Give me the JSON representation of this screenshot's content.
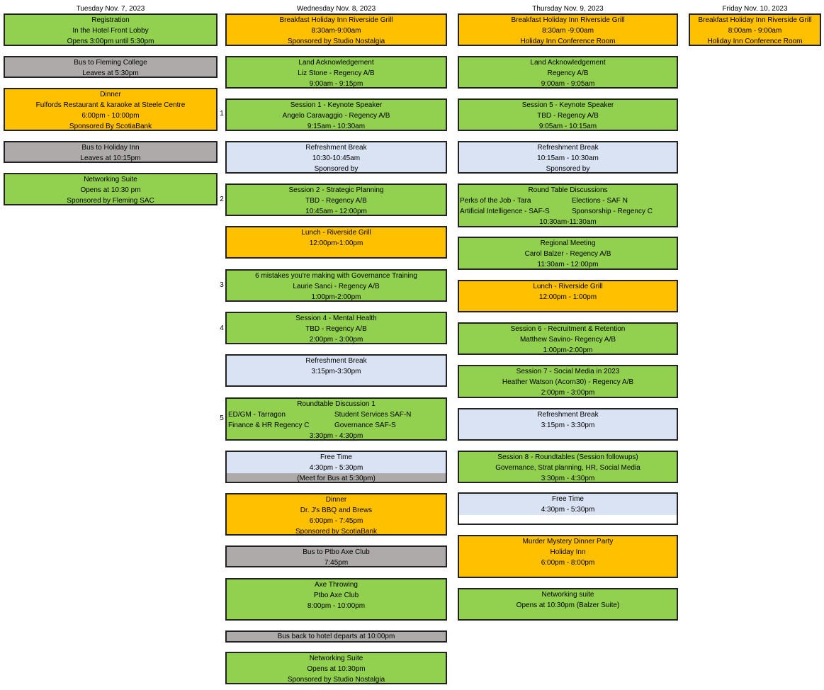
{
  "days": [
    {
      "label": "Tuesday Nov. 7, 2023"
    },
    {
      "label": "Wednesday Nov. 8, 2023"
    },
    {
      "label": "Thursday Nov. 9, 2023"
    },
    {
      "label": "Friday Nov. 10, 2023"
    }
  ],
  "tue": [
    {
      "lines": [
        "Registration",
        "In the Hotel Front Lobby",
        "Opens 3:00pm until 5:30pm"
      ]
    },
    {
      "lines": [
        "Bus to Fleming College",
        "Leaves at 5:30pm"
      ]
    },
    {
      "lines": [
        "Dinner",
        "Fulfords Restaurant & karaoke at Steele Centre",
        "6:00pm - 10:00pm",
        "Sponsored By ScotiaBank"
      ]
    },
    {
      "lines": [
        "Bus to Holiday Inn",
        "Leaves at 10:15pm"
      ]
    },
    {
      "lines": [
        "Networking Suite",
        "Opens at 10:30 pm",
        "Sponsored by Fleming SAC"
      ]
    }
  ],
  "wed": [
    {
      "lines": [
        "Breakfast Holiday Inn Riverside Grill",
        "8:30am-9:00am",
        "Sponsored by Studio Nostalgia"
      ]
    },
    {
      "lines": [
        "Land Acknowledgement",
        "Liz Stone  - Regency A/B",
        "9:00am - 9:15pm"
      ]
    },
    {
      "lines": [
        "Session 1 - Keynote Speaker",
        "Angelo Caravaggio  - Regency A/B",
        "9:15am - 10:30am"
      ]
    },
    {
      "lines": [
        "Refreshment Break",
        "10:30-10:45am",
        "Sponsored by"
      ]
    },
    {
      "lines": [
        "Session 2 - Strategic Planning",
        "TBD - Regency A/B",
        "10:45am - 12:00pm"
      ]
    },
    {
      "lines": [
        "Lunch - Riverside Grill",
        "12:00pm-1:00pm"
      ]
    },
    {
      "lines": [
        "6 mistakes you're making with Governance Training",
        "Laurie Sanci - Regency A/B",
        "1:00pm-2:00pm"
      ]
    },
    {
      "lines": [
        "Session 4 - Mental Health",
        "TBD - Regency A/B",
        "2:00pm - 3:00pm"
      ]
    },
    {
      "lines": [
        "Refreshment Break",
        "3:15pm-3:30pm"
      ]
    },
    {
      "title": "Roundtable Discussion 1",
      "pairs": [
        [
          "ED/GM - Tarragon",
          "Student Services SAF-N"
        ],
        [
          "Finance & HR Regency C",
          "Governance SAF-S"
        ]
      ],
      "time": "3:30pm - 4:30pm"
    },
    {
      "lines": [
        "Free Time",
        "4:30pm - 5:30pm"
      ],
      "strip": "(Meet for Bus at 5:30pm)"
    },
    {
      "lines": [
        "Dinner",
        "Dr. J's BBQ and Brews",
        "6:00pm - 7:45pm",
        "Sponsored by ScotiaBank"
      ]
    },
    {
      "lines": [
        "Bus to Ptbo Axe Club",
        "7:45pm"
      ]
    },
    {
      "lines": [
        "Axe Throwing",
        "Ptbo Axe Club",
        "8:00pm - 10:00pm"
      ]
    },
    {
      "lines": [
        "Bus back to hotel departs at 10:00pm"
      ]
    },
    {
      "lines": [
        "Networking Suite",
        "Opens at 10:30pm",
        "Sponsored by Studio Nostalgia"
      ]
    }
  ],
  "wed_numbers": [
    "1",
    "2",
    "3",
    "4",
    "5"
  ],
  "thu": [
    {
      "lines": [
        "Breakfast  Holiday Inn Riverside Grill",
        "8:30am -9:00am",
        "Holiday Inn Conference Room"
      ]
    },
    {
      "lines": [
        "Land Acknowledgement",
        "Regency A/B",
        "9:00am - 9:05am"
      ]
    },
    {
      "lines": [
        "Session 5 - Keynote Speaker",
        "TBD - Regency A/B",
        "9:05am - 10:15am"
      ]
    },
    {
      "lines": [
        "Refreshment Break",
        "10:15am - 10:30am",
        "Sponsored by"
      ]
    },
    {
      "title": "Round Table Discussions",
      "pairs": [
        [
          "Perks of the Job - Tara",
          "Elections - SAF N"
        ],
        [
          "Artificial Intelligence - SAF-S",
          "Sponsorship - Regency C"
        ]
      ],
      "time": "10:30am-11:30am"
    },
    {
      "lines": [
        "Regional Meeting",
        "Carol Balzer - Regency A/B",
        "11:30am - 12:00pm"
      ]
    },
    {
      "lines": [
        "Lunch - Riverside Grill",
        "12:00pm - 1:00pm"
      ]
    },
    {
      "lines": [
        "Session 6 - Recruitment & Retention",
        "Matthew Savino- Regency A/B",
        "1:00pm-2:00pm"
      ]
    },
    {
      "lines": [
        "Session 7 - Social Media in 2023",
        "Heather Watson (Acorn30) - Regency A/B",
        "2:00pm - 3:00pm"
      ]
    },
    {
      "lines": [
        "Refreshment Break",
        "3:15pm - 3:30pm"
      ]
    },
    {
      "lines": [
        "Session 8 - Roundtables (Session followups)",
        "Governance, Strat planning, HR, Social Media",
        "3:30pm - 4:30pm"
      ]
    },
    {
      "lines": [
        "Free Time",
        "4:30pm - 5:30pm"
      ]
    },
    {
      "lines": [
        "Murder Mystery Dinner Party",
        "Holiday Inn",
        "6:00pm - 8:00pm"
      ]
    },
    {
      "lines": [
        "Networking suite",
        "Opens at 10:30pm (Balzer Suite)"
      ]
    }
  ],
  "fri": [
    {
      "lines": [
        "Breakfast Holiday Inn Riverside Grill",
        "8:00am - 9:00am",
        "Holiday Inn Conference Room"
      ]
    }
  ],
  "colors": {
    "green": "#92d050",
    "orange": "#ffc000",
    "gray": "#aeaaaa",
    "light": "#dae3f3",
    "white": "#ffffff"
  }
}
